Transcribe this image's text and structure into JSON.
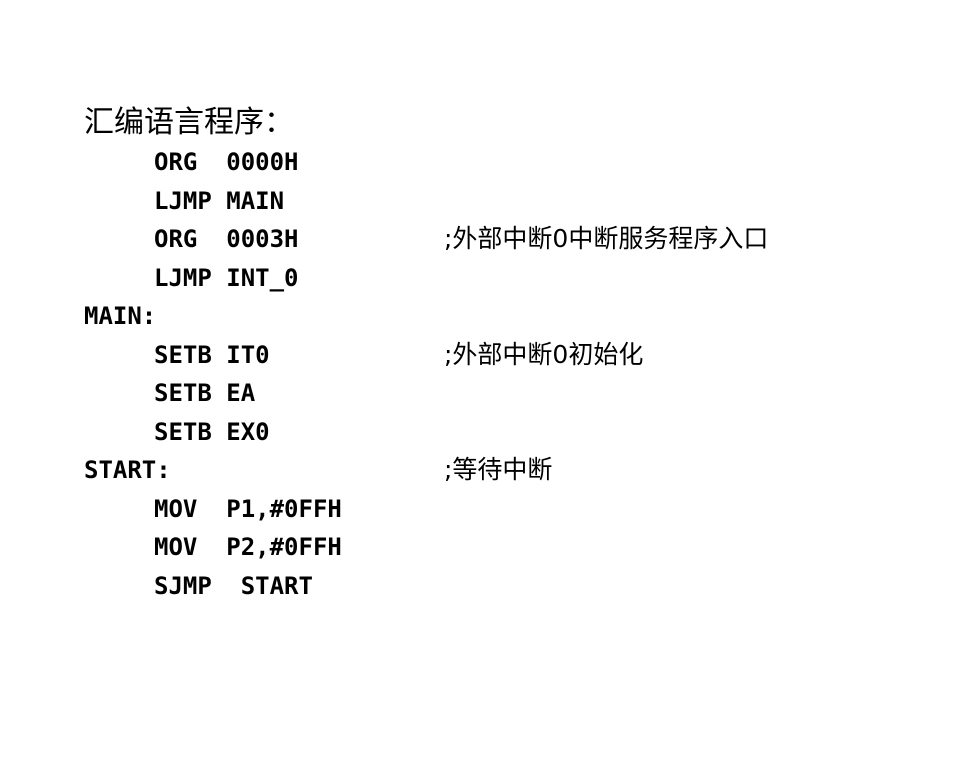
{
  "slide": {
    "title": "汇编语言程序：",
    "lines": [
      {
        "label": "",
        "code": "ORG  0000H",
        "comment": ""
      },
      {
        "label": "",
        "code": "LJMP MAIN",
        "comment": ""
      },
      {
        "label": "",
        "code": "ORG  0003H",
        "comment": ";外部中断0中断服务程序入口"
      },
      {
        "label": "",
        "code": "LJMP INT_0",
        "comment": ""
      },
      {
        "label": "MAIN:",
        "code": "",
        "comment": ""
      },
      {
        "label": "",
        "code": "SETB IT0",
        "comment": ";外部中断0初始化"
      },
      {
        "label": "",
        "code": "SETB EA",
        "comment": ""
      },
      {
        "label": "",
        "code": "SETB EX0",
        "comment": ""
      },
      {
        "label": "START:",
        "code": "",
        "comment": ";等待中断"
      },
      {
        "label": "",
        "code": "MOV  P1,#0FFH",
        "comment": ""
      },
      {
        "label": "",
        "code": "MOV  P2,#0FFH",
        "comment": ""
      },
      {
        "label": "",
        "code": "SJMP  START",
        "comment": ""
      }
    ]
  }
}
